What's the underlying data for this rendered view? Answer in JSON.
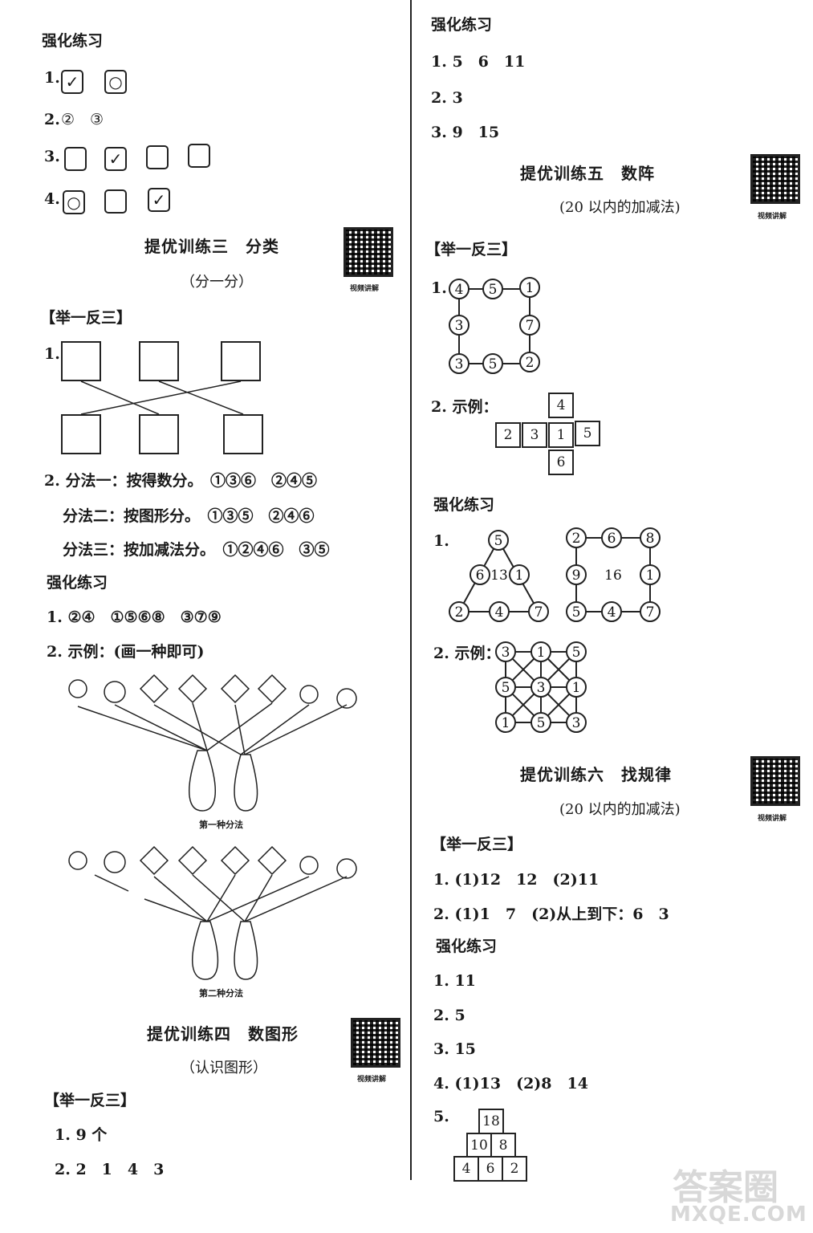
{
  "left": {
    "s1_title": "强化练习",
    "s1_q1": "1.",
    "s1_q2": "2.",
    "s1_q2_ans": "②　③",
    "s1_q3": "3.",
    "s1_q4": "4.",
    "check": "✓",
    "circle": "○",
    "sec3_title": "提优训练三　分类",
    "sec3_sub": "（分一分）",
    "qr_caption": "视频讲解",
    "jyfs": "【举一反三】",
    "sec3_q1": "1.",
    "sec3_q2_l1": "2. 分法一：按得数分。　①③⑥　②④⑤",
    "sec3_q2_l2": "分法二：按图形分。　①③⑤　②④⑥",
    "sec3_q2_l3": "分法三：按加减法分。　①②④⑥　③⑤",
    "qh2_title": "强化练习",
    "qh2_q1": "1. ②④　①⑤⑥⑧　③⑦⑨",
    "qh2_q2": "2. 示例：(画一种即可)",
    "fig1_caption": "第一种分法",
    "fig2_caption": "第二种分法",
    "sec4_title": "提优训练四　数图形",
    "sec4_sub": "（认识图形）",
    "sec4_q1": "1. 9 个",
    "sec4_q2": "2. 2　1　4　3"
  },
  "right": {
    "qh_title": "强化练习",
    "q1": "1. 5　6　11",
    "q2": "2. 3",
    "q3": "3. 9　15",
    "sec5_title": "提优训练五　数阵",
    "sec5_sub": "(20 以内的加减法)",
    "qr_caption": "视频讲解",
    "jyfs": "【举一反三】",
    "a1": "1.",
    "square1": {
      "top": [
        "4",
        "5",
        "1"
      ],
      "mid": [
        "3",
        "7"
      ],
      "bot": [
        "3",
        "5",
        "2"
      ]
    },
    "a2": "2. 示例：",
    "cross": {
      "top": "4",
      "row": [
        "2",
        "3",
        "1",
        "5"
      ],
      "bottom": "6"
    },
    "qh2_title": "强化练习",
    "b1": "1.",
    "triangle": {
      "top": "5",
      "left_mid": "6",
      "center": "13",
      "right_mid": "1",
      "bot": [
        "2",
        "4",
        "7"
      ]
    },
    "square2": {
      "top": [
        "2",
        "6",
        "8"
      ],
      "mid": [
        "9",
        "1"
      ],
      "center": "16",
      "bot": [
        "5",
        "4",
        "7"
      ]
    },
    "b2": "2. 示例：",
    "grid": [
      [
        "3",
        "1",
        "5"
      ],
      [
        "5",
        "3",
        "1"
      ],
      [
        "1",
        "5",
        "3"
      ]
    ],
    "sec6_title": "提优训练六　找规律",
    "sec6_sub": "(20 以内的加减法)",
    "jyfs2": "【举一反三】",
    "c1": "1. (1)12　12　(2)11",
    "c2": "2. (1)1　7　(2)从上到下：6　3",
    "qh3_title": "强化练习",
    "d1": "1. 11",
    "d2": "2. 5",
    "d3": "3. 15",
    "d4": "4. (1)13　(2)8　14",
    "d5": "5.",
    "pyramid": {
      "top": "18",
      "mid": [
        "10",
        "8"
      ],
      "bot": [
        "4",
        "6",
        "2"
      ]
    }
  },
  "watermark": {
    "line1": "答案圈",
    "line2": "MXQE.COM"
  }
}
